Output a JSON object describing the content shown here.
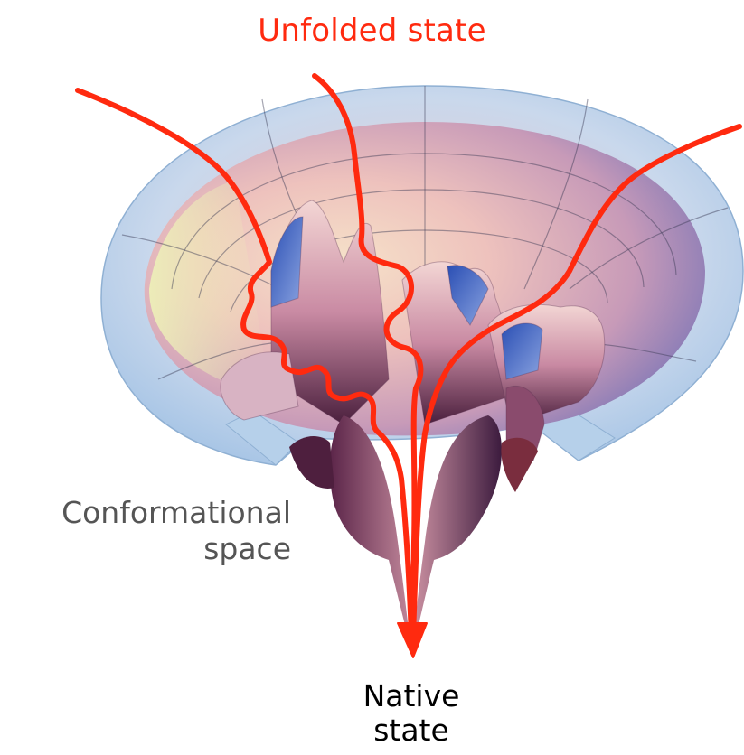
{
  "labels": {
    "top": "Unfolded state",
    "left_line1": "Conformational",
    "left_line2": "space",
    "bottom_line1": "Native",
    "bottom_line2": "state"
  },
  "colors": {
    "path_red": "#ff2a0f",
    "funnel_rim_blue": "#b8d4ec",
    "funnel_inner_pink": "#e8b7bd",
    "funnel_deep_purple": "#6b3a6e",
    "title_red": "#ff2a0f",
    "left_label_gray": "#555555",
    "bottom_label_black": "#000000"
  },
  "diagram": {
    "type": "folding-funnel",
    "paths_count": 3,
    "end_marker": "arrowhead-down"
  }
}
